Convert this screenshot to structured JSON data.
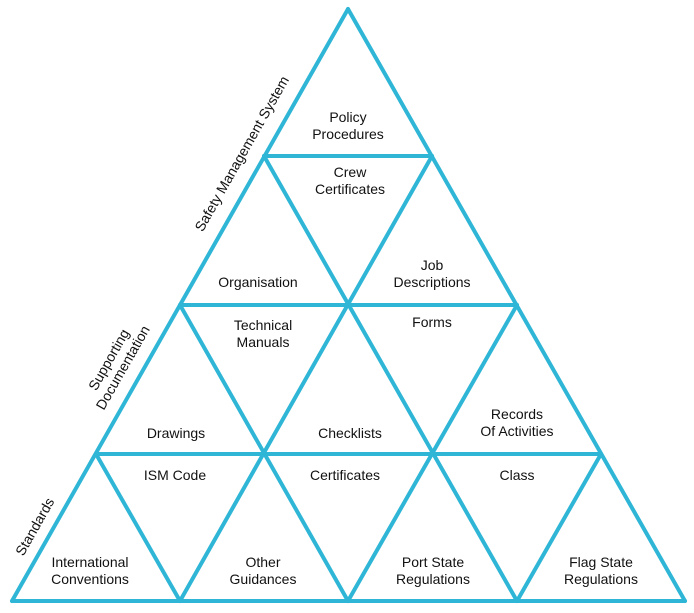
{
  "diagram": {
    "line_color": "#2fb6d6",
    "text_color": "#111111",
    "side_labels": {
      "sms": "Safety Management System",
      "supporting_1": "Supporting",
      "supporting_2": "Documentation",
      "standards": "Standards"
    },
    "cells": {
      "policy_1": "Policy",
      "policy_2": "Procedures",
      "crew_1": "Crew",
      "crew_2": "Certificates",
      "organisation": "Organisation",
      "job_1": "Job",
      "job_2": "Descriptions",
      "technical_1": "Technical",
      "technical_2": "Manuals",
      "forms": "Forms",
      "drawings": "Drawings",
      "checklists": "Checklists",
      "records_1": "Records",
      "records_2": "Of Activities",
      "ism_code": "ISM Code",
      "certificates": "Certificates",
      "class": "Class",
      "intl_1": "International",
      "intl_2": "Conventions",
      "other_1": "Other",
      "other_2": "Guidances",
      "port_1": "Port State",
      "port_2": "Regulations",
      "flag_1": "Flag State",
      "flag_2": "Regulations"
    }
  }
}
